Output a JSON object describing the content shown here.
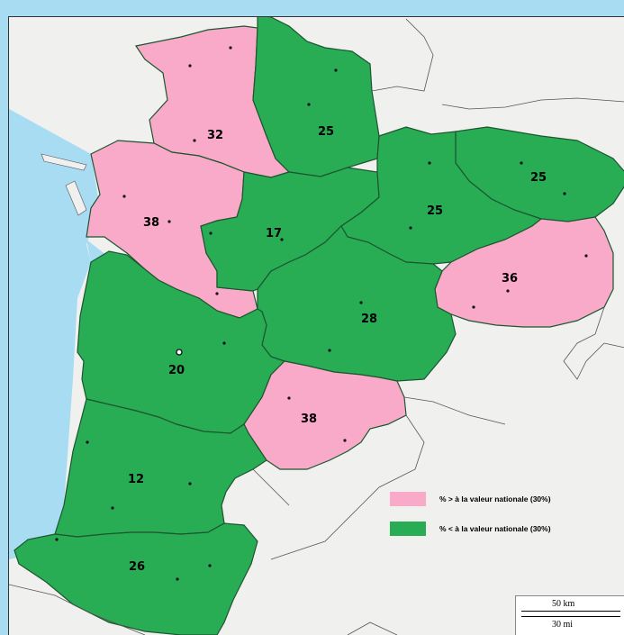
{
  "colors": {
    "above": "#f9aac8",
    "below": "#28ad55",
    "sea": "#a8dcf2",
    "land": "#f0f0ee"
  },
  "departments": [
    {
      "name": "dept-deux-sevres",
      "value": "32",
      "category": "above"
    },
    {
      "name": "dept-vienne",
      "value": "25",
      "category": "below"
    },
    {
      "name": "dept-creuse",
      "value": "25",
      "category": "below"
    },
    {
      "name": "dept-haute-vienne",
      "value": "25",
      "category": "below"
    },
    {
      "name": "dept-charente-maritime",
      "value": "38",
      "category": "above"
    },
    {
      "name": "dept-charente",
      "value": "17",
      "category": "below"
    },
    {
      "name": "dept-correze",
      "value": "36",
      "category": "above"
    },
    {
      "name": "dept-dordogne",
      "value": "28",
      "category": "below"
    },
    {
      "name": "dept-gironde",
      "value": "20",
      "category": "below"
    },
    {
      "name": "dept-lot-et-garonne",
      "value": "38",
      "category": "above"
    },
    {
      "name": "dept-landes",
      "value": "12",
      "category": "below"
    },
    {
      "name": "dept-pyrenees-atlantiques",
      "value": "26",
      "category": "below"
    }
  ],
  "legend": {
    "above_label": "% > à la valeur nationale (30%)",
    "below_label": "% < à la valeur nationale (30%)"
  },
  "scale": {
    "km": "50 km",
    "mi": "30 mi"
  }
}
